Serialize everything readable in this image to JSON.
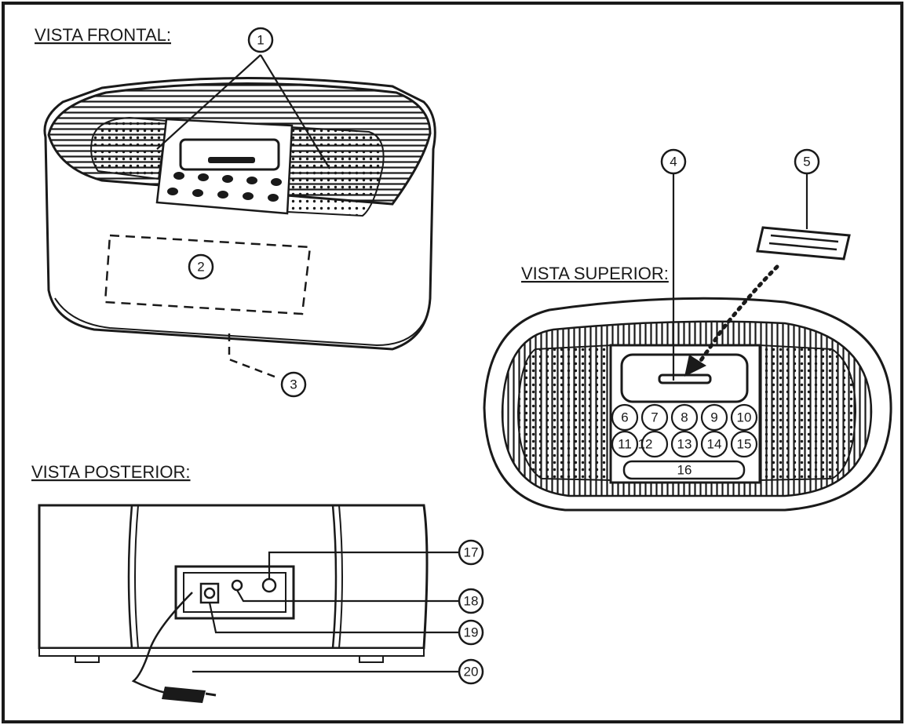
{
  "views": {
    "front": {
      "title": "VISTA FRONTAL:"
    },
    "top": {
      "title": "VISTA SUPERIOR:"
    },
    "rear": {
      "title": "VISTA POSTERIOR:"
    }
  },
  "callouts": {
    "c1": "1",
    "c2": "2",
    "c3": "3",
    "c4": "4",
    "c5": "5",
    "c17": "17",
    "c18": "18",
    "c19": "19",
    "c20": "20"
  },
  "top_keys": {
    "row1": [
      "6",
      "7",
      "8",
      "9",
      "10"
    ],
    "row2": [
      "11",
      "12",
      "13",
      "14",
      "15"
    ],
    "bar": "16"
  },
  "colors": {
    "ink": "#1a1a1a",
    "paper": "#ffffff"
  }
}
